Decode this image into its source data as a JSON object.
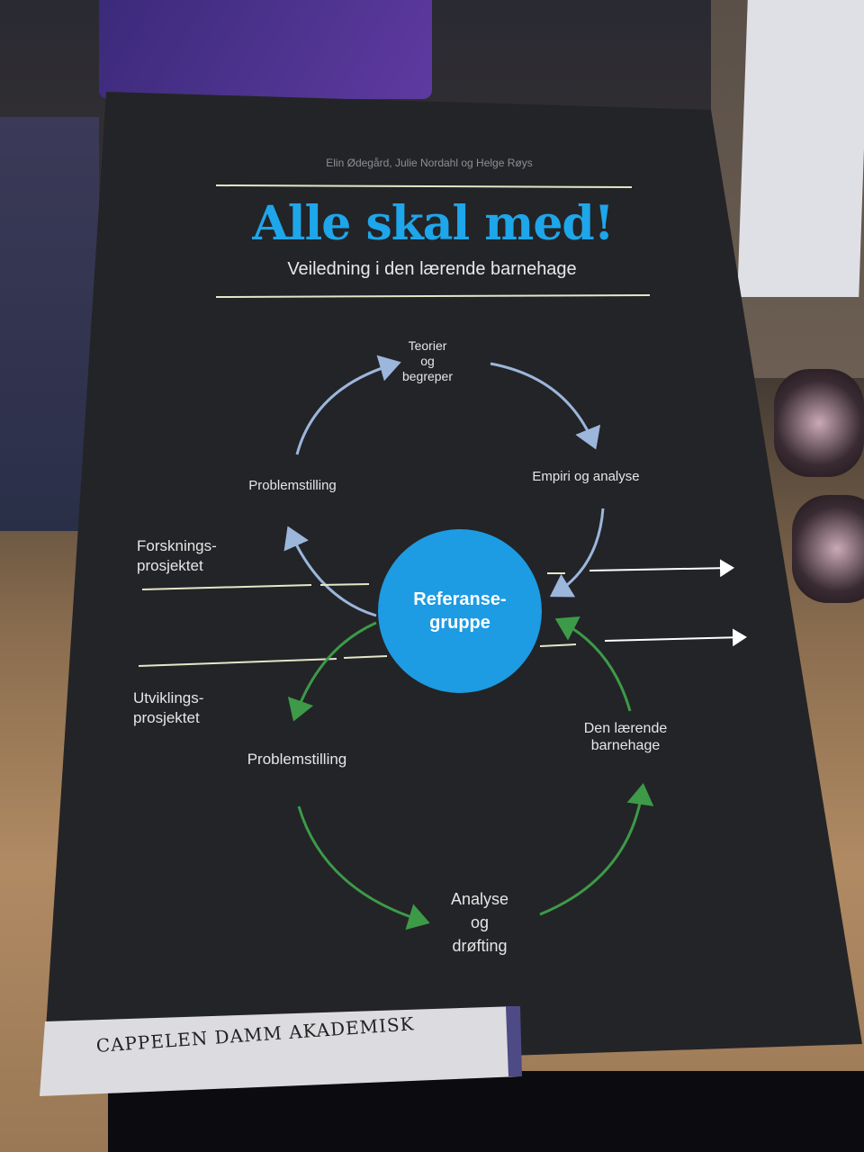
{
  "book": {
    "authors": "Elin Ødegård, Julie Nordahl og Helge Røys",
    "title": "Alle skal med!",
    "subtitle": "Veiledning i den lærende barnehage",
    "publisher": "CAPPELEN DAMM AKADEMISK"
  },
  "diagram": {
    "center": "Referanse-\ngruppe",
    "top_cycle": {
      "top": "Teorier\nog\nbegreper",
      "right": "Empiri og analyse",
      "left": "Problemstilling"
    },
    "lane_top": "Forsknings-\nprosjektet",
    "lane_bottom": "Utviklings-\nprosjektet",
    "bottom_cycle": {
      "left": "Problemstilling",
      "right": "Den lærende\nbarnehage",
      "bottom": "Analyse\nog\ndrøfting"
    }
  },
  "colors": {
    "cover": "#232427",
    "title": "#1ea6ea",
    "circle": "#1d9be3",
    "arrow_top": "#9cb6dc",
    "arrow_bottom": "#3d9a48"
  }
}
